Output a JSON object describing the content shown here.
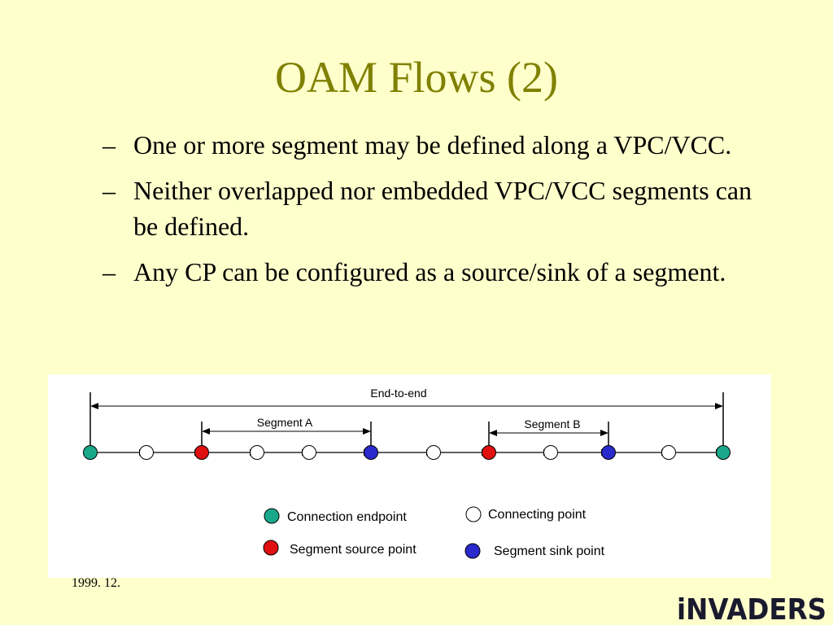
{
  "slide": {
    "title": "OAM Flows (2)",
    "bullets": [
      "One or more segment may be defined along a VPC/VCC.",
      "Neither overlapped nor embedded VPC/VCC segments can be defined.",
      "Any CP can be configured as a source/sink of a segment."
    ],
    "bullet_marker": "–",
    "footer_date": "1999. 12.",
    "logo_text": "iNVADERS"
  },
  "diagram": {
    "spans": {
      "end_to_end": "End-to-end",
      "segment_a": "Segment A",
      "segment_b": "Segment B"
    },
    "nodes": [
      "endpoint",
      "connecting",
      "source",
      "connecting",
      "connecting",
      "sink",
      "connecting",
      "source",
      "connecting",
      "sink",
      "connecting",
      "endpoint"
    ],
    "legend": {
      "connection_endpoint": "Connection endpoint",
      "connecting_point": "Connecting point",
      "segment_source_point": "Segment source point",
      "segment_sink_point": "Segment sink point"
    },
    "colors": {
      "endpoint": "#1aa88a",
      "connecting": "#ffffff",
      "source": "#e01010",
      "sink": "#2a2acc"
    }
  }
}
